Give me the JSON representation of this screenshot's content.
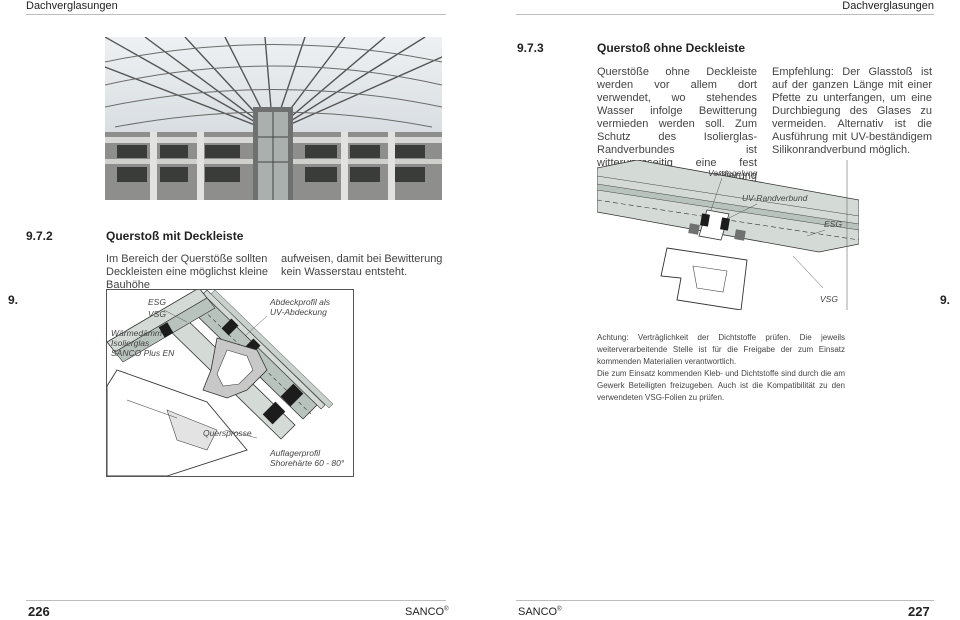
{
  "header": {
    "left_title": "Dachverglasungen",
    "right_title": "Dachverglasungen"
  },
  "section_973": {
    "number": "9.7.3",
    "title": "Querstoß ohne Deckleiste",
    "col1": "Querstöße ohne Deckleiste werden vor allem dort verwendet, wo stehendes Wasser infolge Bewitterung vermieden werden soll. Zum Schutz des Isolierglas-Randverbundes ist witterungsseitig eine fest eingebrannte Emaillierung vorzusehen.",
    "col2": "Empfehlung: Der Glasstoß ist auf der ganzen Länge mit einer Pfette zu unterfangen, um eine Durchbiegung des Glases zu vermeiden. Alternativ ist die Ausführung mit UV-beständigem Silikonrandverbund möglich."
  },
  "section_972": {
    "number": "9.7.2",
    "title": "Querstoß mit Deckleiste",
    "col1": "Im Bereich der Querstöße sollten Deckleisten eine möglichst kleine Bauhöhe",
    "col2": "aufweisen, damit bei Bewitterung kein Wasserstau entsteht."
  },
  "diagram_left": {
    "label_esg": "ESG",
    "label_vsg": "VSG",
    "label_abdeck": "Abdeckprofil als\nUV-Abdeckung",
    "label_waerme": "Wärmedämm\nIsolierglas\nSANCO Plus EN",
    "label_quersprosse": "Quersprosse",
    "label_auflager": "Auflagerprofil\nShorehärte 60 - 80°"
  },
  "diagram_right": {
    "label_versiegelung": "Versiegelung",
    "label_uv": "UV-Randverbund",
    "label_esg": "ESG",
    "label_vsg": "VSG"
  },
  "notice": {
    "line1": "Achtung: Verträglichkeit der Dichtstoffe prüfen. Die jeweils weiterverarbeitende Stelle ist für die Freigabe der zum Einsatz kommenden Materialien verantwortlich.",
    "line2": "Die zum Einsatz kommenden Kleb- und Dichtstoffe sind durch die am Gewerk Beteiligten freizugeben. Auch ist die Kompatibilität zu den verwendeten VSG-Folien zu prüfen."
  },
  "side_marker_left": "9.",
  "side_marker_right": "9.",
  "footer": {
    "left_page": "226",
    "left_brand": "SANCO",
    "right_brand": "SANCO",
    "right_page": "227",
    "reg": "®"
  },
  "colors": {
    "glass_light": "#d4dbd6",
    "glass_mid": "#b9c3bd",
    "seal_black": "#1c1c1c",
    "profile_grey": "#c8c8c8"
  }
}
